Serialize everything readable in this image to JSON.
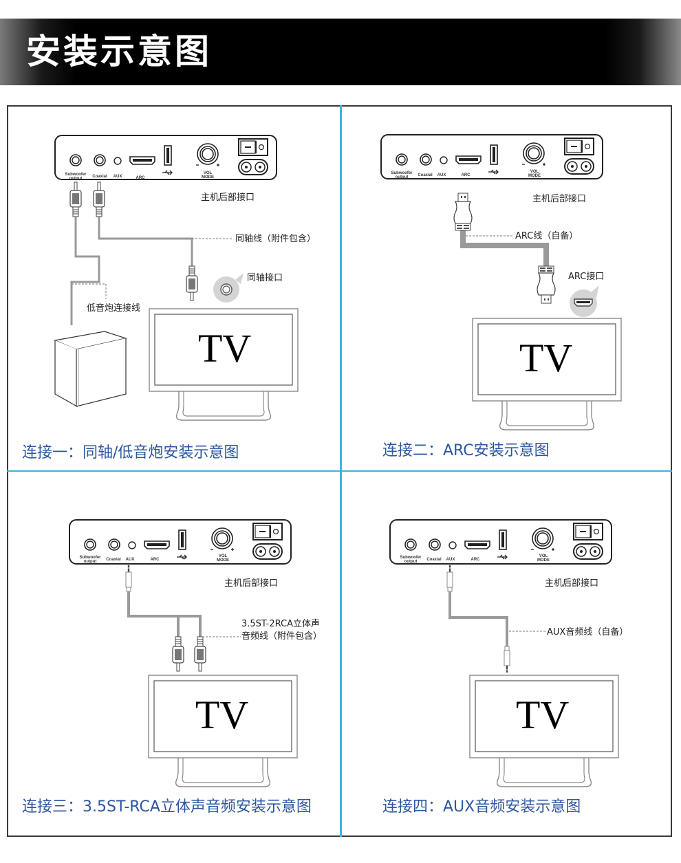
{
  "banner": {
    "title": "安装示意图"
  },
  "colors": {
    "caption": "#2d56a0",
    "divider": "#3ab4e8",
    "banner_bg": "#000000",
    "cable": "#9a9a9a"
  },
  "device_panel": {
    "ports": {
      "subwoofer": "Subwoofer",
      "subwoofer2": "output",
      "coaxial": "Coaxial",
      "aux": "AUX",
      "arc": "ARC",
      "vol": "VOL",
      "mode": "MODE",
      "minus": "−",
      "plus": "+"
    },
    "label": "主机后部接口"
  },
  "panels": [
    {
      "caption": "连接一：同轴/低音炮安装示意图",
      "labels": {
        "cable": "同轴线（附件包含）",
        "port": "同轴接口",
        "sub_cable": "低音炮连接线"
      },
      "tv": "TV"
    },
    {
      "caption": "连接二：ARC安装示意图",
      "labels": {
        "cable": "ARC线（自备）",
        "port": "ARC接口"
      },
      "tv": "TV"
    },
    {
      "caption": "连接三：3.5ST-RCA立体声音频安装示意图",
      "labels": {
        "cable_line1": "3.5ST-2RCA立体声",
        "cable_line2": "音频线（附件包含）"
      },
      "tv": "TV"
    },
    {
      "caption": "连接四：AUX音频安装示意图",
      "labels": {
        "cable": "AUX音频线（自备）"
      },
      "tv": "TV"
    }
  ]
}
